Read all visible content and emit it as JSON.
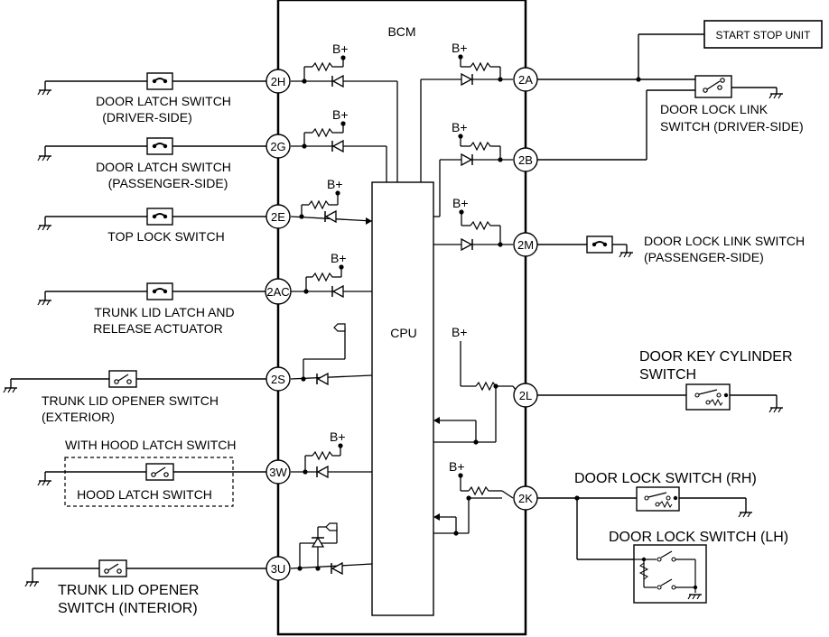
{
  "bcm": {
    "title": "BCM",
    "cpu": "CPU",
    "bplus": "B+"
  },
  "units": {
    "start_stop": "START STOP UNIT"
  },
  "pins": {
    "p2H": "2H",
    "p2G": "2G",
    "p2E": "2E",
    "p2AC": "2AC",
    "p2S": "2S",
    "p3W": "3W",
    "p3U": "3U",
    "p2A": "2A",
    "p2B": "2B",
    "p2M": "2M",
    "p2L": "2L",
    "p2K": "2K"
  },
  "labels": {
    "door_latch_driver_1": "DOOR LATCH SWITCH",
    "door_latch_driver_2": "(DRIVER-SIDE)",
    "door_latch_pass_1": "DOOR LATCH SWITCH",
    "door_latch_pass_2": "(PASSENGER-SIDE)",
    "top_lock": "TOP LOCK SWITCH",
    "trunk_latch_1": "TRUNK LID LATCH AND",
    "trunk_latch_2": "RELEASE ACTUATOR",
    "trunk_opener_ext_1": "TRUNK LID OPENER SWITCH",
    "trunk_opener_ext_2": "(EXTERIOR)",
    "with_hood": "WITH HOOD LATCH SWITCH",
    "hood_latch": "HOOD LATCH SWITCH",
    "trunk_opener_int_1": "TRUNK LID OPENER",
    "trunk_opener_int_2": "SWITCH (INTERIOR)",
    "door_lock_link_driver_1": "DOOR LOCK LINK",
    "door_lock_link_driver_2": "SWITCH (DRIVER-SIDE)",
    "door_lock_link_pass_1": "DOOR LOCK LINK SWITCH",
    "door_lock_link_pass_2": "(PASSENGER-SIDE)",
    "door_key_1": "DOOR KEY CYLINDER",
    "door_key_2": "SWITCH",
    "door_lock_rh": "DOOR LOCK SWITCH (RH)",
    "door_lock_lh": "DOOR LOCK SWITCH (LH)"
  }
}
